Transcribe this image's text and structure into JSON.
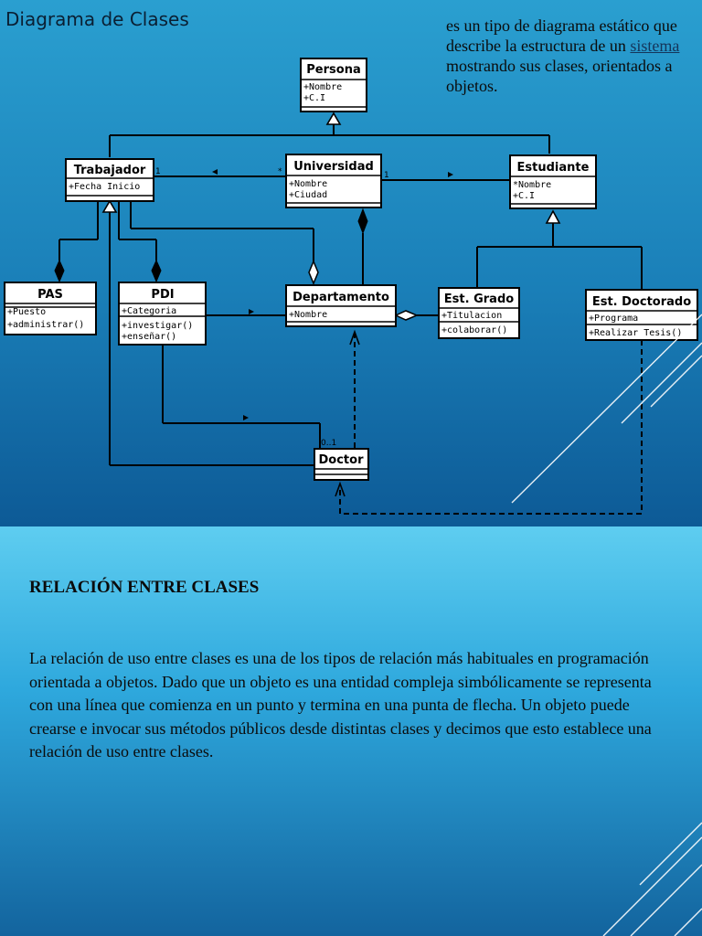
{
  "slide1": {
    "title": "Diagrama de Clases",
    "description": {
      "before": "es un tipo de diagrama estático que describe la estructura de un ",
      "link": "sistema",
      "after": " mostrando sus clases, orientados a objetos."
    }
  },
  "diagram": {
    "persona": {
      "name": "Persona",
      "attr1": "+Nombre",
      "attr2": "+C.I"
    },
    "trabajador": {
      "name": "Trabajador",
      "attr1": "+Fecha Inicio"
    },
    "universidad": {
      "name": "Universidad",
      "attr1": "+Nombre",
      "attr2": "+Ciudad"
    },
    "estudiante": {
      "name": "Estudiante",
      "attr1": "*Nombre",
      "attr2": "+C.I"
    },
    "pas": {
      "name": "PAS",
      "attr1": "+Puesto",
      "attr2": "+administrar()"
    },
    "pdi": {
      "name": "PDI",
      "attr1": "+Categoria",
      "attr2": "+investigar()",
      "attr3": "+enseñar()"
    },
    "departamento": {
      "name": "Departamento",
      "attr1": "+Nombre"
    },
    "est_grado": {
      "name": "Est. Grado",
      "attr1": "+Titulacion",
      "attr2": "+colaborar()"
    },
    "est_doctorado": {
      "name": "Est. Doctorado",
      "attr1": "+Programa",
      "attr2": "+Realizar Tesis()"
    },
    "doctor": {
      "name": "Doctor"
    },
    "mult_trab": "1",
    "mult_univ_left": "*",
    "mult_univ_right": "1",
    "mult_doctor": "0..1"
  },
  "slide2": {
    "heading": "RELACIÓN ENTRE CLASES",
    "paragraph": "La relación de uso entre clases es una de los tipos de relación más habituales en programación orientada a objetos. Dado que un objeto es una entidad compleja simbólicamente se representa con una línea que comienza en un punto y termina en una punta de flecha. Un objeto puede crearse e invocar sus métodos públicos desde distintas clases y decimos que esto establece una relación de uso entre clases."
  },
  "colors": {
    "slide1_bg": "#1a7fb8",
    "slide2_bg": "#2ea8dd",
    "box_fill": "#ffffff",
    "line": "#000000"
  }
}
